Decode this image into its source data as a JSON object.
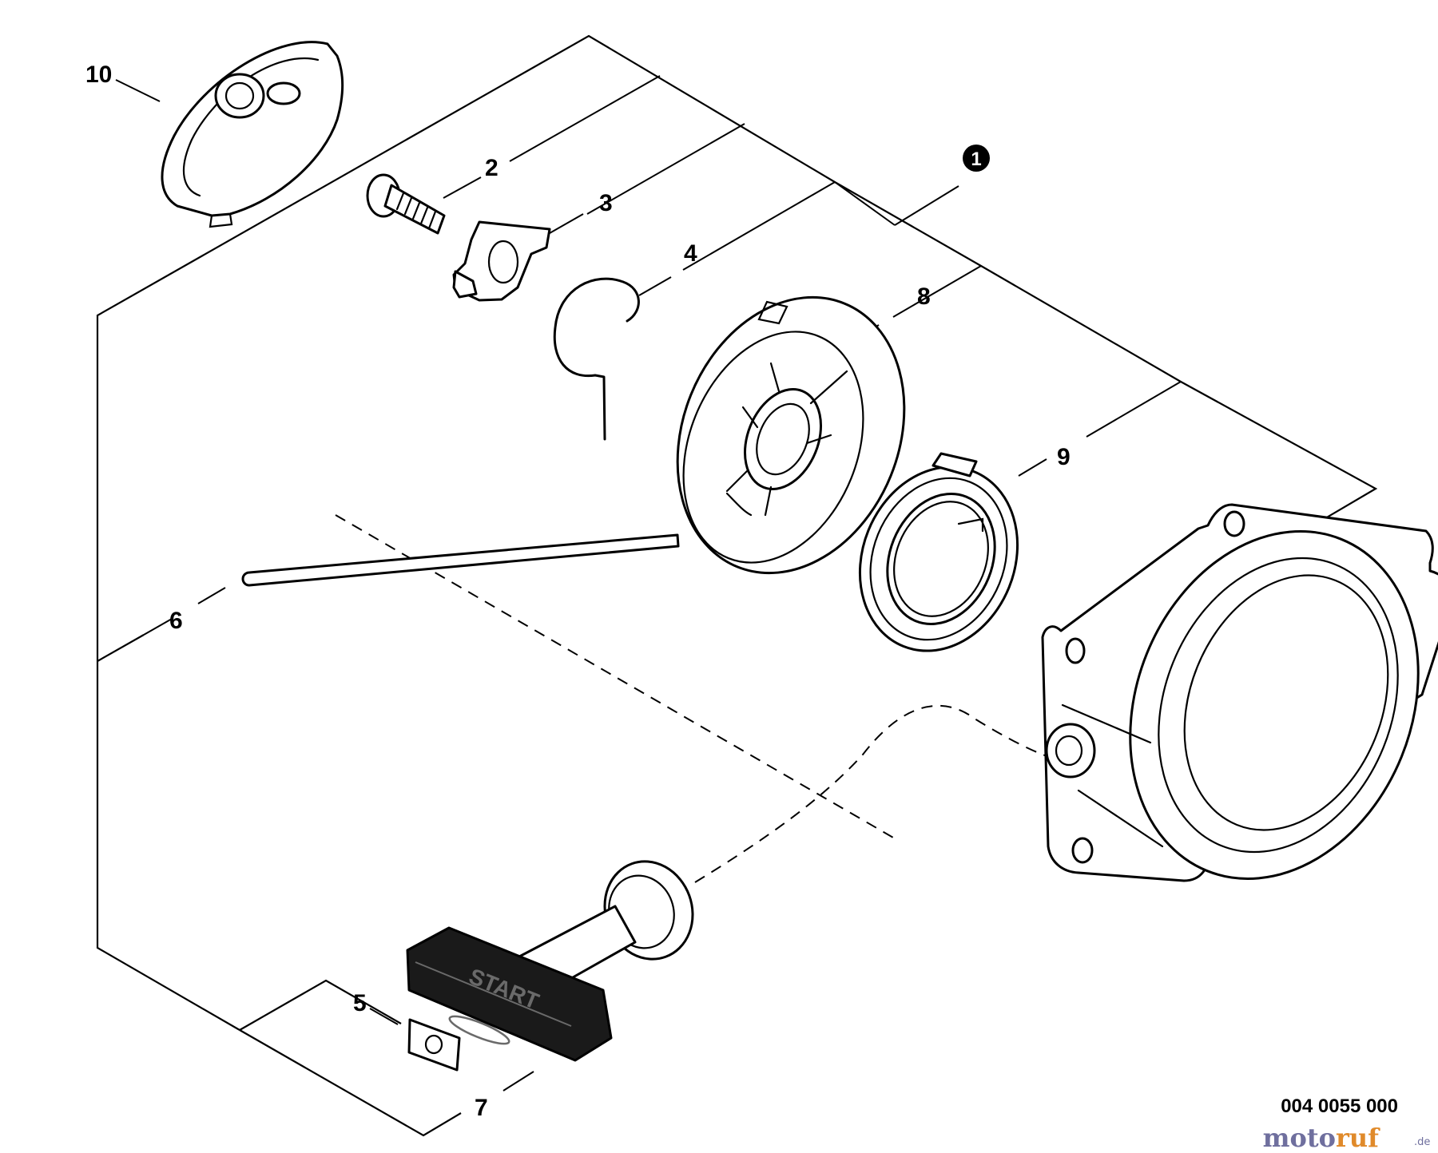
{
  "assembly": {
    "number": "1"
  },
  "callouts": [
    {
      "id": "p10",
      "label": "10"
    },
    {
      "id": "p2",
      "label": "2"
    },
    {
      "id": "p3",
      "label": "3"
    },
    {
      "id": "p4",
      "label": "4"
    },
    {
      "id": "p8",
      "label": "8"
    },
    {
      "id": "p9",
      "label": "9"
    },
    {
      "id": "p6",
      "label": "6"
    },
    {
      "id": "p5",
      "label": "5"
    },
    {
      "id": "p7",
      "label": "7"
    }
  ],
  "handle_text": "START",
  "drawing_number": "004 0055 000",
  "watermark": {
    "part1": "moto",
    "part2": "ruf",
    "suffix": ".de"
  }
}
